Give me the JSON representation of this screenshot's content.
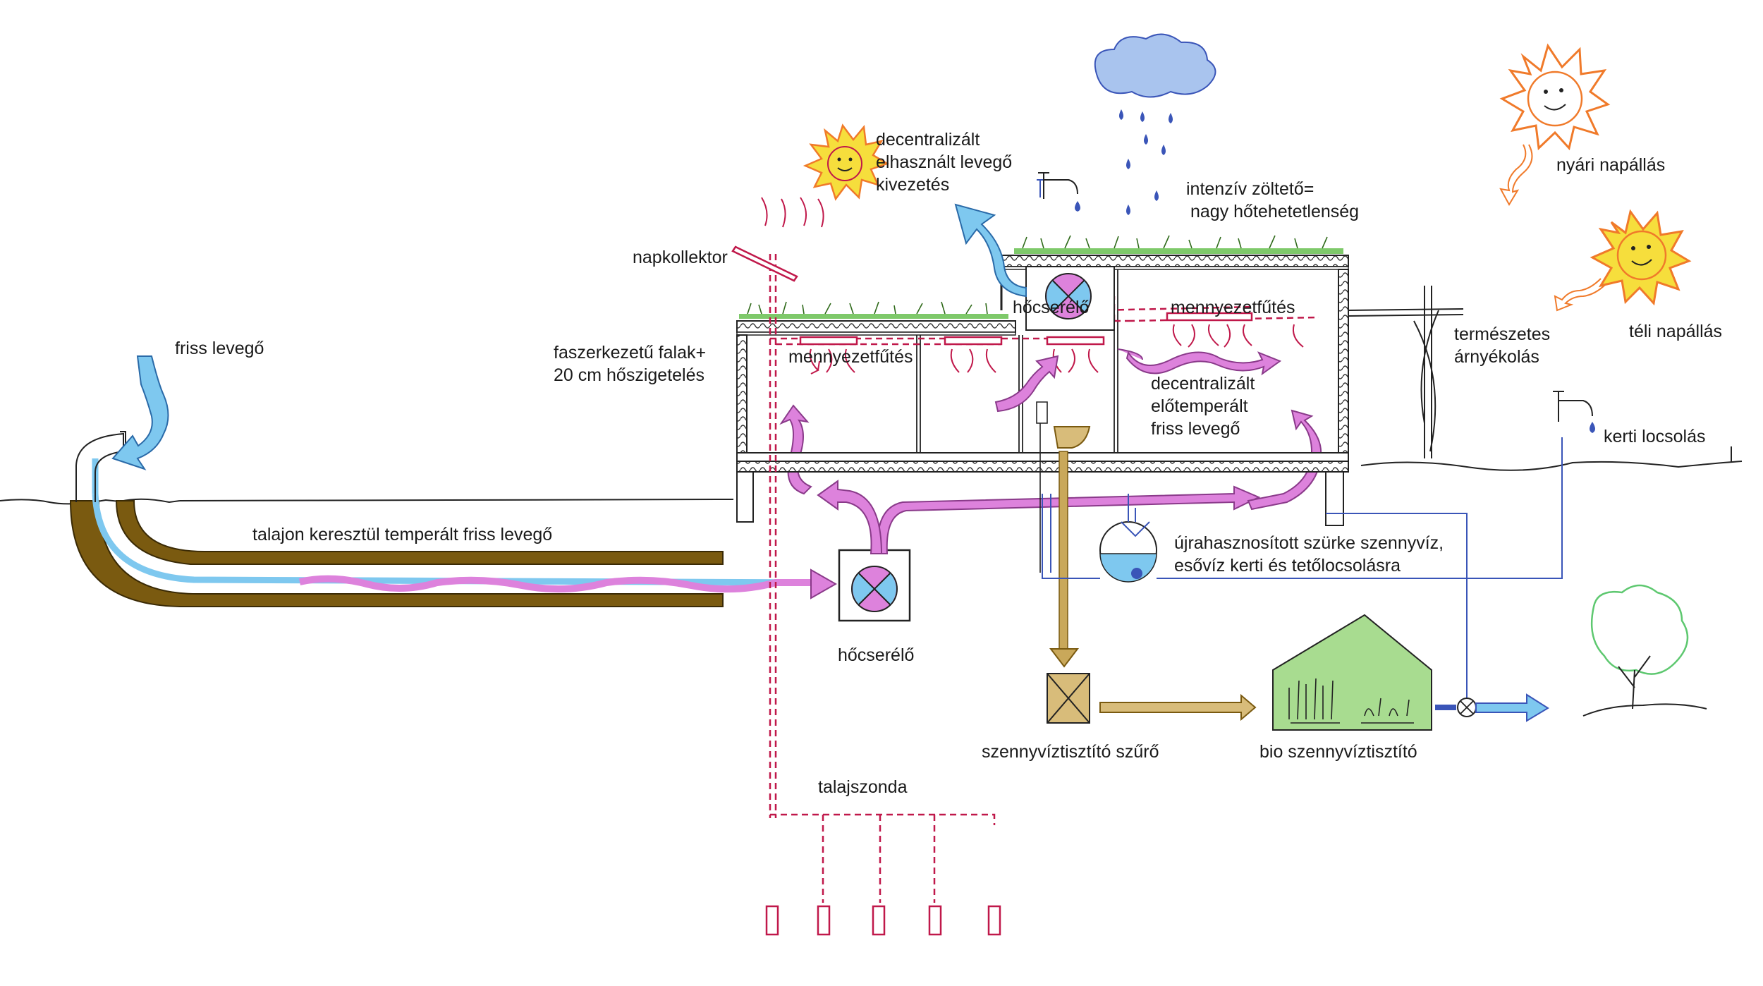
{
  "labels": {
    "friss_levego": "friss levegő",
    "talajon": "talajon keresztül temperált friss levegő",
    "napkollektor": "napkollektor",
    "faszerkezetu": [
      "faszerkezetű falak+",
      "20 cm hőszigetelés"
    ],
    "decentralizalt_elhasznalt": [
      "decentralizált",
      "elhasznált levegő",
      "kivezetés"
    ],
    "intenziv": [
      "intenzív zöltető=",
      "nagy hőtehetetlenség"
    ],
    "hocserelo_roof": "hőcserélő",
    "mennyezetfutes_right": "mennyezetfűtés",
    "mennyezetfutes_left": "mennyezetfűtés",
    "decentralizalt_elotemperalt": [
      "decentralizált",
      "előtemperált",
      "friss levegő"
    ],
    "termeszetes": [
      "természetes",
      "árnyékolás"
    ],
    "nyari": "nyári napállás",
    "teli": "téli napállás",
    "kerti": "kerti locsolás",
    "ujrahasznositott": [
      "újrahasznosított szürke szennyvíz,",
      "esővíz kerti és tetőlocsolásra"
    ],
    "hocserelo_ground": "hőcserélő",
    "szennyviz_szuro": "szennyvíztisztító szűrő",
    "bio": "bio szennyvíztisztító",
    "talajszonda": "talajszonda"
  },
  "colors": {
    "earth": "#7a5a10",
    "air_blue": "#7ec8ef",
    "air_pink": "#dd82dc",
    "heat_red": "#c0184a",
    "grass": "#7ec96a",
    "cloud": "#a9c4ee",
    "sun_orange": "#f07a2a",
    "sun_yellow": "#f6de3c",
    "filter": "#d8bc7a",
    "wastewater": "#c9a85a",
    "bio_green": "#a8dc90",
    "pipe_blue": "#3a55b8"
  }
}
